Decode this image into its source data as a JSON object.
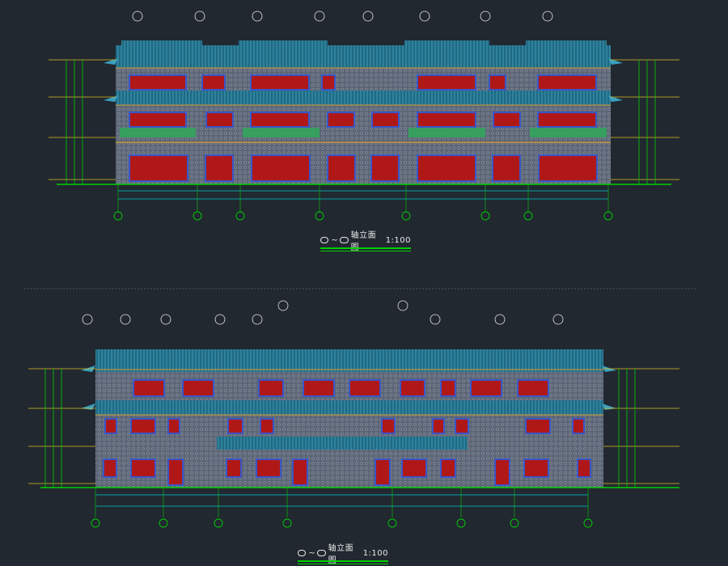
{
  "drawing": {
    "elevation_top": {
      "title": "轴立面图",
      "scale": "1:100"
    },
    "elevation_bottom": {
      "title": "轴立面图",
      "scale": "1:100"
    }
  },
  "colors": {
    "background": "#212830",
    "roof": "#2a7f9a",
    "wall": "#6f7888",
    "window_frame": "#3a56c8",
    "window_fill": "#b01818",
    "balcony": "#2fa85a",
    "axis": "#00d000",
    "dimension": "#00c8c8",
    "annotation": "#e8e8e8",
    "level_mark": "#e0c020",
    "beam": "#d89a30"
  }
}
